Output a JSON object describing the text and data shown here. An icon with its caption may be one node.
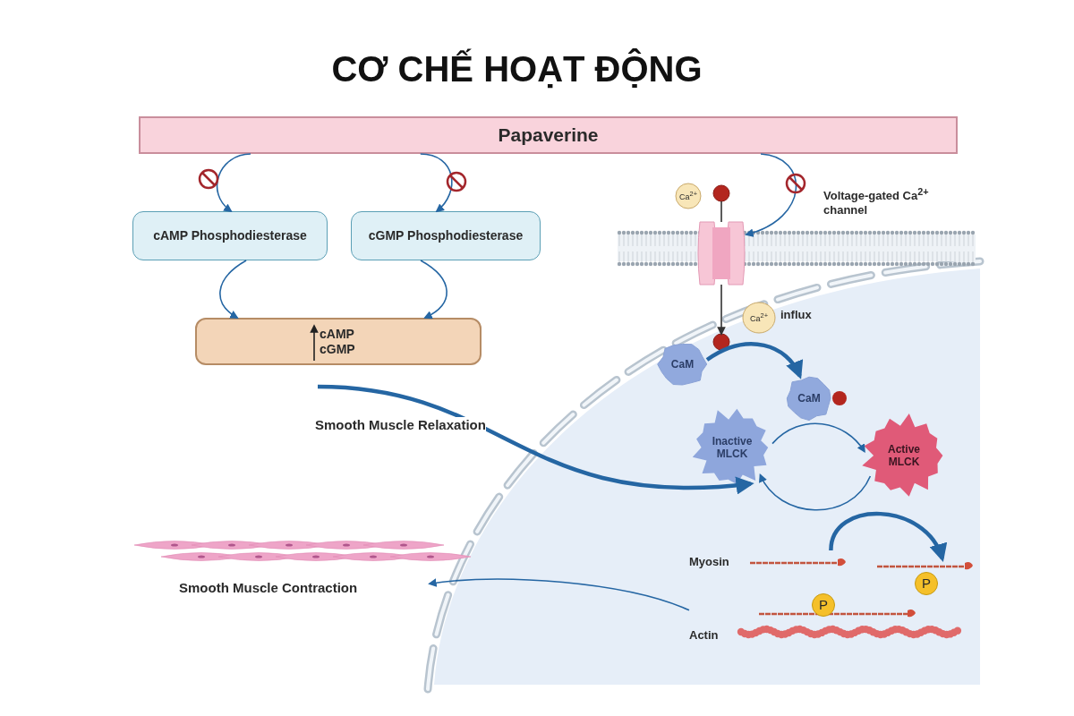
{
  "diagram": {
    "title": "CƠ CHẾ HOẠT ĐỘNG",
    "nodes": [
      {
        "text": [
          "Papaverine"
        ]
      },
      {
        "text": [
          "cAMP Phosphodiesterase"
        ]
      },
      {
        "text": [
          "cGMP Phosphodiesterase"
        ]
      },
      {
        "text": [
          "cAMP cGMP"
        ]
      },
      {
        "text": [
          "Ca$^{2+}$"
        ]
      },
      {
        "text": [],
        "shape": "circle"
      },
      {
        "text": [],
        "shape": "picture"
      },
      {
        "text": [
          "Ca$^{2+}$"
        ],
        "beside": [
          "influx"
        ]
      },
      {
        "text": [],
        "shape": "circle"
      },
      {
        "text": [
          "CaM"
        ]
      },
      {
        "text": [
          "CaM"
        ]
      },
      {
        "text": [
          "Inactive MLCK"
        ]
      },
      {
        "text": [
          "Active MLCK"
        ]
      },
      {
        "text": [
          "Myosin"
        ]
      },
      {
        "text": [],
        "shape": "picture"
      },
      {
        "text": [
          "Actin"
        ]
      },
      {
        "text": [
          "Smooth Muscle Contraction"
        ]
      }
    ],
    "edges": [
      {
        "from": 0,
        "to": 1,
        "arrow": "to"
      },
      {
        "from": 0,
        "to": 2,
        "arrow": "to"
      },
      {
        "from": 0,
        "to": 6,
        "arrow": "to"
      },
      {
        "from": 1,
        "to": 3,
        "arrow": "to"
      },
      {
        "from": 2,
        "to": 3,
        "arrow": "to"
      },
      {
        "from": 5,
        "to": 6,
        "arrow": "none",
        "color": "#333333"
      },
      {
        "from": 6,
        "to": 8,
        "arrow": "to",
        "color": "#333333"
      },
      {
        "from": 9,
        "to": 10,
        "arrow": "to",
        "style": "thick"
      },
      {
        "from": 11,
        "to": 12,
        "arrow": "to"
      },
      {
        "from": 12,
        "to": 11,
        "arrow": "to"
      },
      {
        "from": null,
        "to": 11,
        "arrow": "to",
        "label": "Smooth Muscle Relaxation",
        "style": "thick"
      },
      {
        "from": 13,
        "to": 14,
        "arrow": "to",
        "style": "thick"
      },
      {
        "from": 15,
        "to": 16,
        "arrow": "to"
      }
    ],
    "labels": [
      "Voltage-gated Ca$^{2+}$ channel",
      "P",
      "P"
    ]
  }
}
